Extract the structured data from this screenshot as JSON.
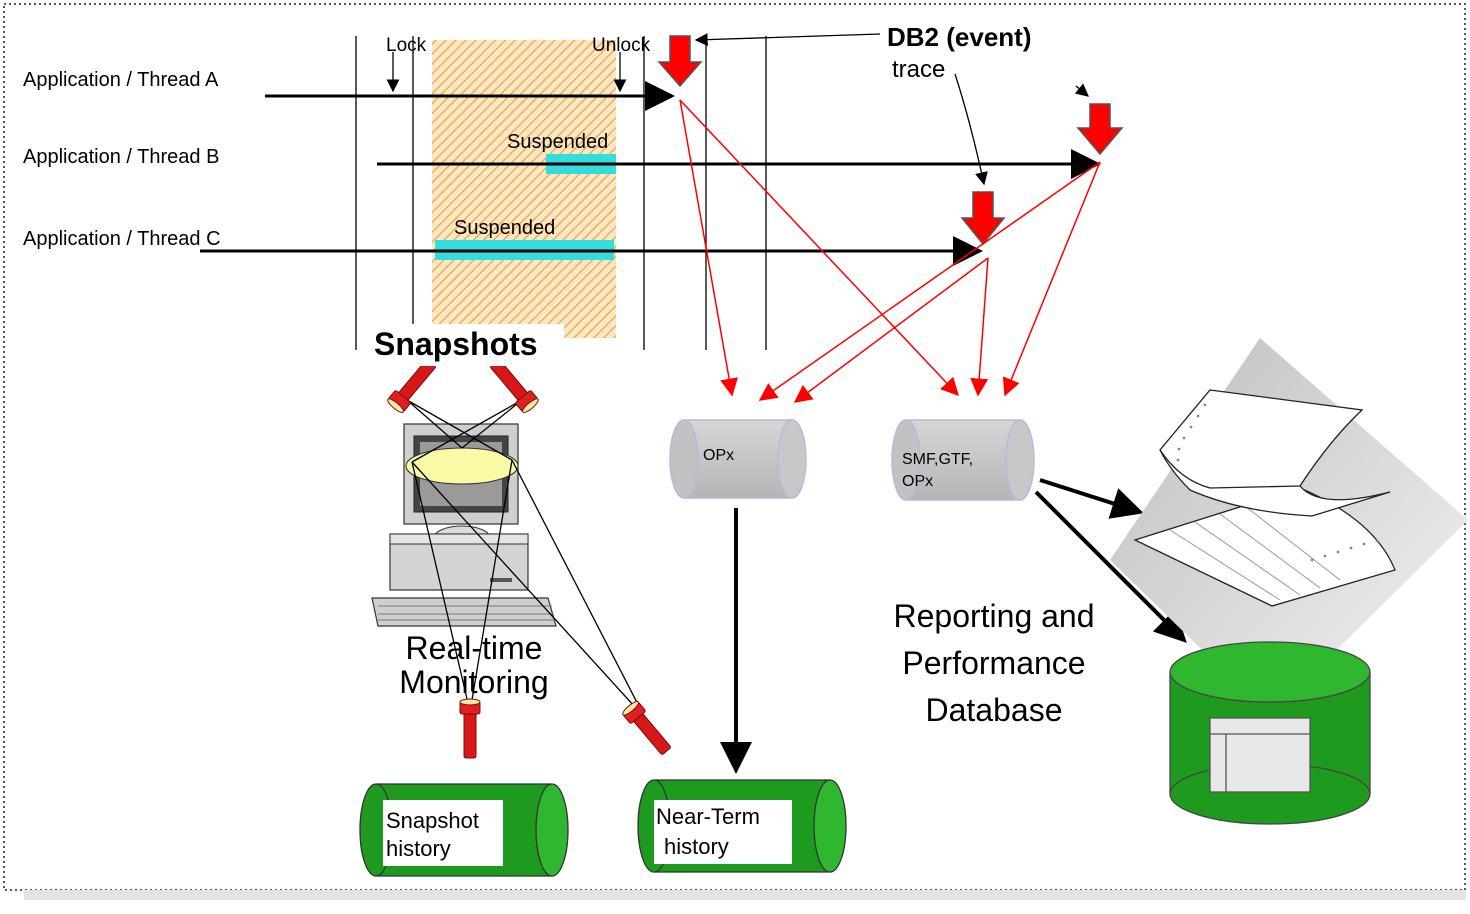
{
  "threads": {
    "a": "Application / Thread A",
    "b": "Application / Thread B",
    "c": "Application / Thread C"
  },
  "markers": {
    "lock": "Lock",
    "unlock": "Unlock",
    "suspended_b": "Suspended",
    "suspended_c": "Suspended"
  },
  "trace": {
    "title": "DB2 (event)",
    "subtitle": "trace"
  },
  "snapshots": {
    "label": "Snapshots",
    "monitoring_line1": "Real-time",
    "monitoring_line2": "Monitoring"
  },
  "datasets": {
    "opx": "OPx",
    "smf_line1": "SMF,GTF,",
    "smf_line2": "OPx",
    "snapshot_history_line1": "Snapshot",
    "snapshot_history_line2": "history",
    "nearterm_line1": "Near-Term",
    "nearterm_line2": "history"
  },
  "reporting": {
    "line1": "Reporting and",
    "line2": "Performance",
    "line3": "Database"
  },
  "colors": {
    "arrow_red": "#ff0000",
    "suspend_bar": "#33dddd",
    "hatch": "#f0b060",
    "storage_green": "#1e9a1e",
    "storage_gray": "#c8c8c8"
  }
}
